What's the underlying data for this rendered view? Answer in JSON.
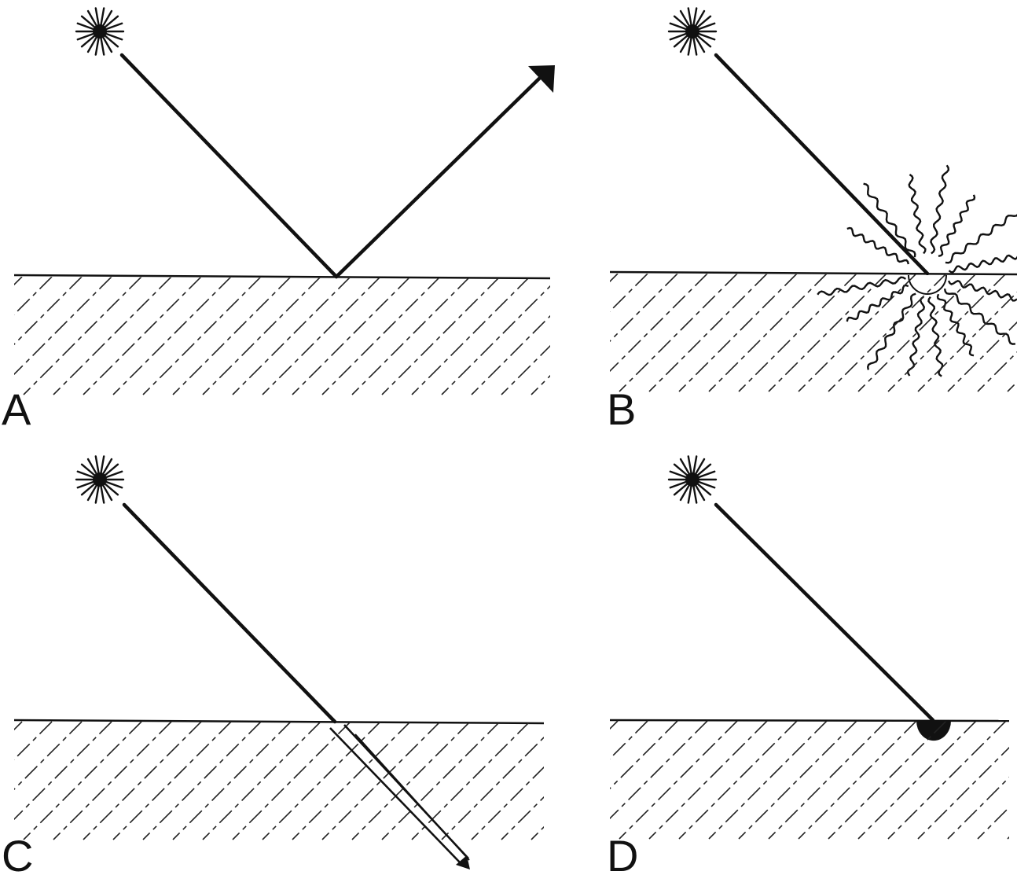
{
  "panels": [
    {
      "id": "A",
      "label": "A"
    },
    {
      "id": "B",
      "label": "B"
    },
    {
      "id": "C",
      "label": "C"
    },
    {
      "id": "D",
      "label": "D"
    }
  ],
  "colors": {
    "ink": "#111111",
    "background": "#ffffff"
  },
  "icons": {
    "light_source": "starburst-icon"
  }
}
